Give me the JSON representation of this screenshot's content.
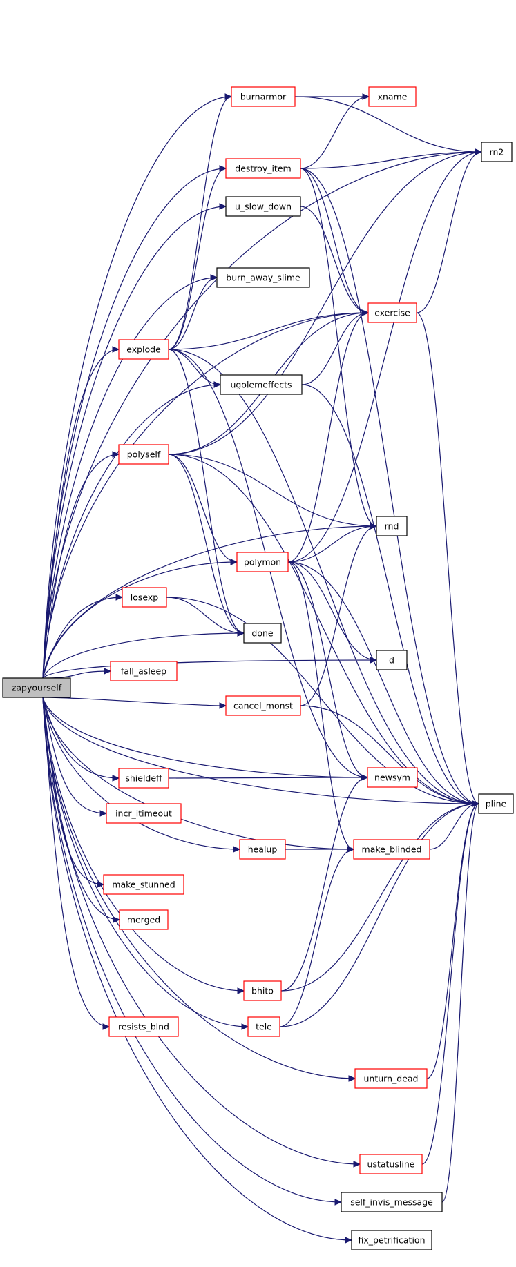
{
  "graph": {
    "root": "zapyourself",
    "colors": {
      "root_fill": "#bfbfbf",
      "link_border": "#ff0000",
      "plain_border": "#000000",
      "edge": "#191970"
    },
    "nodes": [
      {
        "id": "zapyourself",
        "label": "zapyourself",
        "kind": "root"
      },
      {
        "id": "burnarmor",
        "label": "burnarmor",
        "kind": "link"
      },
      {
        "id": "xname",
        "label": "xname",
        "kind": "link"
      },
      {
        "id": "rn2",
        "label": "rn2",
        "kind": "plain"
      },
      {
        "id": "destroy_item",
        "label": "destroy_item",
        "kind": "link"
      },
      {
        "id": "u_slow_down",
        "label": "u_slow_down",
        "kind": "plain"
      },
      {
        "id": "burn_away_slime",
        "label": "burn_away_slime",
        "kind": "plain"
      },
      {
        "id": "exercise",
        "label": "exercise",
        "kind": "link"
      },
      {
        "id": "explode",
        "label": "explode",
        "kind": "link"
      },
      {
        "id": "ugolemeffects",
        "label": "ugolemeffects",
        "kind": "plain"
      },
      {
        "id": "polyself",
        "label": "polyself",
        "kind": "link"
      },
      {
        "id": "rnd",
        "label": "rnd",
        "kind": "plain"
      },
      {
        "id": "polymon",
        "label": "polymon",
        "kind": "link"
      },
      {
        "id": "losexp",
        "label": "losexp",
        "kind": "link"
      },
      {
        "id": "done",
        "label": "done",
        "kind": "plain"
      },
      {
        "id": "d",
        "label": "d",
        "kind": "plain"
      },
      {
        "id": "fall_asleep",
        "label": "fall_asleep",
        "kind": "link"
      },
      {
        "id": "cancel_monst",
        "label": "cancel_monst",
        "kind": "link"
      },
      {
        "id": "pline",
        "label": "pline",
        "kind": "plain"
      },
      {
        "id": "newsym",
        "label": "newsym",
        "kind": "link"
      },
      {
        "id": "shieldeff",
        "label": "shieldeff",
        "kind": "link"
      },
      {
        "id": "incr_itimeout",
        "label": "incr_itimeout",
        "kind": "link"
      },
      {
        "id": "healup",
        "label": "healup",
        "kind": "link"
      },
      {
        "id": "make_blinded",
        "label": "make_blinded",
        "kind": "link"
      },
      {
        "id": "make_stunned",
        "label": "make_stunned",
        "kind": "link"
      },
      {
        "id": "merged",
        "label": "merged",
        "kind": "link"
      },
      {
        "id": "bhito",
        "label": "bhito",
        "kind": "link"
      },
      {
        "id": "resists_blnd",
        "label": "resists_blnd",
        "kind": "link"
      },
      {
        "id": "tele",
        "label": "tele",
        "kind": "link"
      },
      {
        "id": "unturn_dead",
        "label": "unturn_dead",
        "kind": "link"
      },
      {
        "id": "ustatusline",
        "label": "ustatusline",
        "kind": "link"
      },
      {
        "id": "self_invis_message",
        "label": "self_invis_message",
        "kind": "plain"
      },
      {
        "id": "fix_petrification",
        "label": "fix_petrification",
        "kind": "plain"
      }
    ],
    "edges": [
      [
        "zapyourself",
        "burnarmor"
      ],
      [
        "zapyourself",
        "rn2"
      ],
      [
        "zapyourself",
        "destroy_item"
      ],
      [
        "zapyourself",
        "u_slow_down"
      ],
      [
        "zapyourself",
        "burn_away_slime"
      ],
      [
        "zapyourself",
        "exercise"
      ],
      [
        "zapyourself",
        "explode"
      ],
      [
        "zapyourself",
        "ugolemeffects"
      ],
      [
        "zapyourself",
        "polyself"
      ],
      [
        "zapyourself",
        "rnd"
      ],
      [
        "zapyourself",
        "polymon"
      ],
      [
        "zapyourself",
        "losexp"
      ],
      [
        "zapyourself",
        "done"
      ],
      [
        "zapyourself",
        "d"
      ],
      [
        "zapyourself",
        "fall_asleep"
      ],
      [
        "zapyourself",
        "cancel_monst"
      ],
      [
        "zapyourself",
        "newsym"
      ],
      [
        "zapyourself",
        "shieldeff"
      ],
      [
        "zapyourself",
        "incr_itimeout"
      ],
      [
        "zapyourself",
        "healup"
      ],
      [
        "zapyourself",
        "make_blinded"
      ],
      [
        "zapyourself",
        "make_stunned"
      ],
      [
        "zapyourself",
        "merged"
      ],
      [
        "zapyourself",
        "bhito"
      ],
      [
        "zapyourself",
        "resists_blnd"
      ],
      [
        "zapyourself",
        "tele"
      ],
      [
        "zapyourself",
        "unturn_dead"
      ],
      [
        "zapyourself",
        "pline"
      ],
      [
        "zapyourself",
        "ustatusline"
      ],
      [
        "zapyourself",
        "self_invis_message"
      ],
      [
        "zapyourself",
        "fix_petrification"
      ],
      [
        "burnarmor",
        "xname"
      ],
      [
        "burnarmor",
        "rn2"
      ],
      [
        "destroy_item",
        "xname"
      ],
      [
        "destroy_item",
        "rn2"
      ],
      [
        "destroy_item",
        "exercise"
      ],
      [
        "destroy_item",
        "rnd"
      ],
      [
        "destroy_item",
        "pline"
      ],
      [
        "u_slow_down",
        "exercise"
      ],
      [
        "exercise",
        "rn2"
      ],
      [
        "exercise",
        "pline"
      ],
      [
        "explode",
        "burnarmor"
      ],
      [
        "explode",
        "destroy_item"
      ],
      [
        "explode",
        "burn_away_slime"
      ],
      [
        "explode",
        "exercise"
      ],
      [
        "explode",
        "ugolemeffects"
      ],
      [
        "explode",
        "pline"
      ],
      [
        "explode",
        "done"
      ],
      [
        "explode",
        "newsym"
      ],
      [
        "ugolemeffects",
        "exercise"
      ],
      [
        "ugolemeffects",
        "pline"
      ],
      [
        "polyself",
        "rn2"
      ],
      [
        "polyself",
        "exercise"
      ],
      [
        "polyself",
        "rnd"
      ],
      [
        "polyself",
        "polymon"
      ],
      [
        "polyself",
        "pline"
      ],
      [
        "polyself",
        "done"
      ],
      [
        "polymon",
        "exercise"
      ],
      [
        "polymon",
        "rnd"
      ],
      [
        "polymon",
        "rn2"
      ],
      [
        "polymon",
        "d"
      ],
      [
        "polymon",
        "newsym"
      ],
      [
        "polymon",
        "make_blinded"
      ],
      [
        "polymon",
        "pline"
      ],
      [
        "losexp",
        "done"
      ],
      [
        "losexp",
        "pline"
      ],
      [
        "cancel_monst",
        "rnd"
      ],
      [
        "cancel_monst",
        "pline"
      ],
      [
        "shieldeff",
        "newsym"
      ],
      [
        "healup",
        "make_blinded"
      ],
      [
        "make_blinded",
        "pline"
      ],
      [
        "bhito",
        "newsym"
      ],
      [
        "bhito",
        "pline"
      ],
      [
        "tele",
        "make_blinded"
      ],
      [
        "tele",
        "pline"
      ],
      [
        "unturn_dead",
        "pline"
      ],
      [
        "ustatusline",
        "pline"
      ],
      [
        "self_invis_message",
        "pline"
      ]
    ]
  }
}
